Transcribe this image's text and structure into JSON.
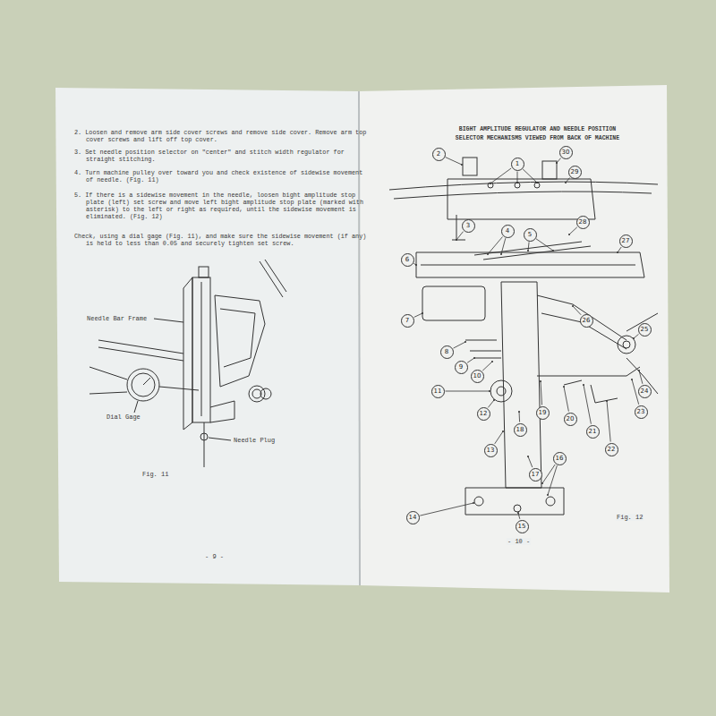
{
  "diagram": {
    "nodes": [
      {
        "text": [
          "1"
        ]
      },
      {
        "text": [
          "2"
        ]
      },
      {
        "text": [
          "3"
        ]
      },
      {
        "text": [
          "4"
        ]
      },
      {
        "text": [
          "5"
        ]
      },
      {
        "text": [
          "6"
        ]
      },
      {
        "text": [
          "7"
        ]
      },
      {
        "text": [
          "8"
        ]
      },
      {
        "text": [
          "9"
        ]
      },
      {
        "text": [
          "10"
        ]
      },
      {
        "text": [
          "11"
        ]
      },
      {
        "text": [
          "12"
        ]
      },
      {
        "text": [
          "13"
        ]
      },
      {
        "text": [
          "14"
        ]
      },
      {
        "text": [
          "15"
        ]
      },
      {
        "text": [
          "16"
        ]
      },
      {
        "text": [
          "17"
        ]
      },
      {
        "text": [
          "18"
        ]
      },
      {
        "text": [
          "19"
        ]
      },
      {
        "text": [
          "20"
        ]
      },
      {
        "text": [
          "21"
        ]
      },
      {
        "text": [
          "22"
        ]
      },
      {
        "text": [
          "23"
        ]
      },
      {
        "text": [
          "24"
        ]
      },
      {
        "text": [
          "25"
        ]
      },
      {
        "text": [
          "26"
        ]
      },
      {
        "text": [
          "27"
        ]
      },
      {
        "text": [
          "28"
        ]
      },
      {
        "text": [
          "29"
        ]
      },
      {
        "text": [
          "30"
        ]
      }
    ],
    "labels": [
      "2. Loosen and remove arm side cover screws and remove side cover. Remove arm top cover screws and lift off top cover.",
      "3. Set needle position selector on \"center\" and stitch width regulator for straight stitching.",
      "4. Turn machine pulley over toward you and check existence of sidewise movement of needle. (Fig. 11)",
      "5. If there is a sidewise movement in the needle, loosen bight amplitude stop plate (left) set screw and move left bight amplitude stop plate (marked with asterisk) to the left or right as required, until the sidewise movement is eliminated. (Fig. 12)",
      "Check, using a dial gage (Fig. 11), and make sure the sidewise movement (if any) is held to less than 0.05 and securely tighten set screw.",
      "Needle Bar Frame",
      "Dial Gage",
      "Needle Plug",
      "Fig. 11",
      "- 9 -",
      "BIGHT AMPLITUDE REGULATOR AND NEEDLE POSITION SELECTOR MECHANISMS VIEWED FROM BACK OF MACHINE",
      "Fig. 12",
      "- 10 -"
    ]
  }
}
